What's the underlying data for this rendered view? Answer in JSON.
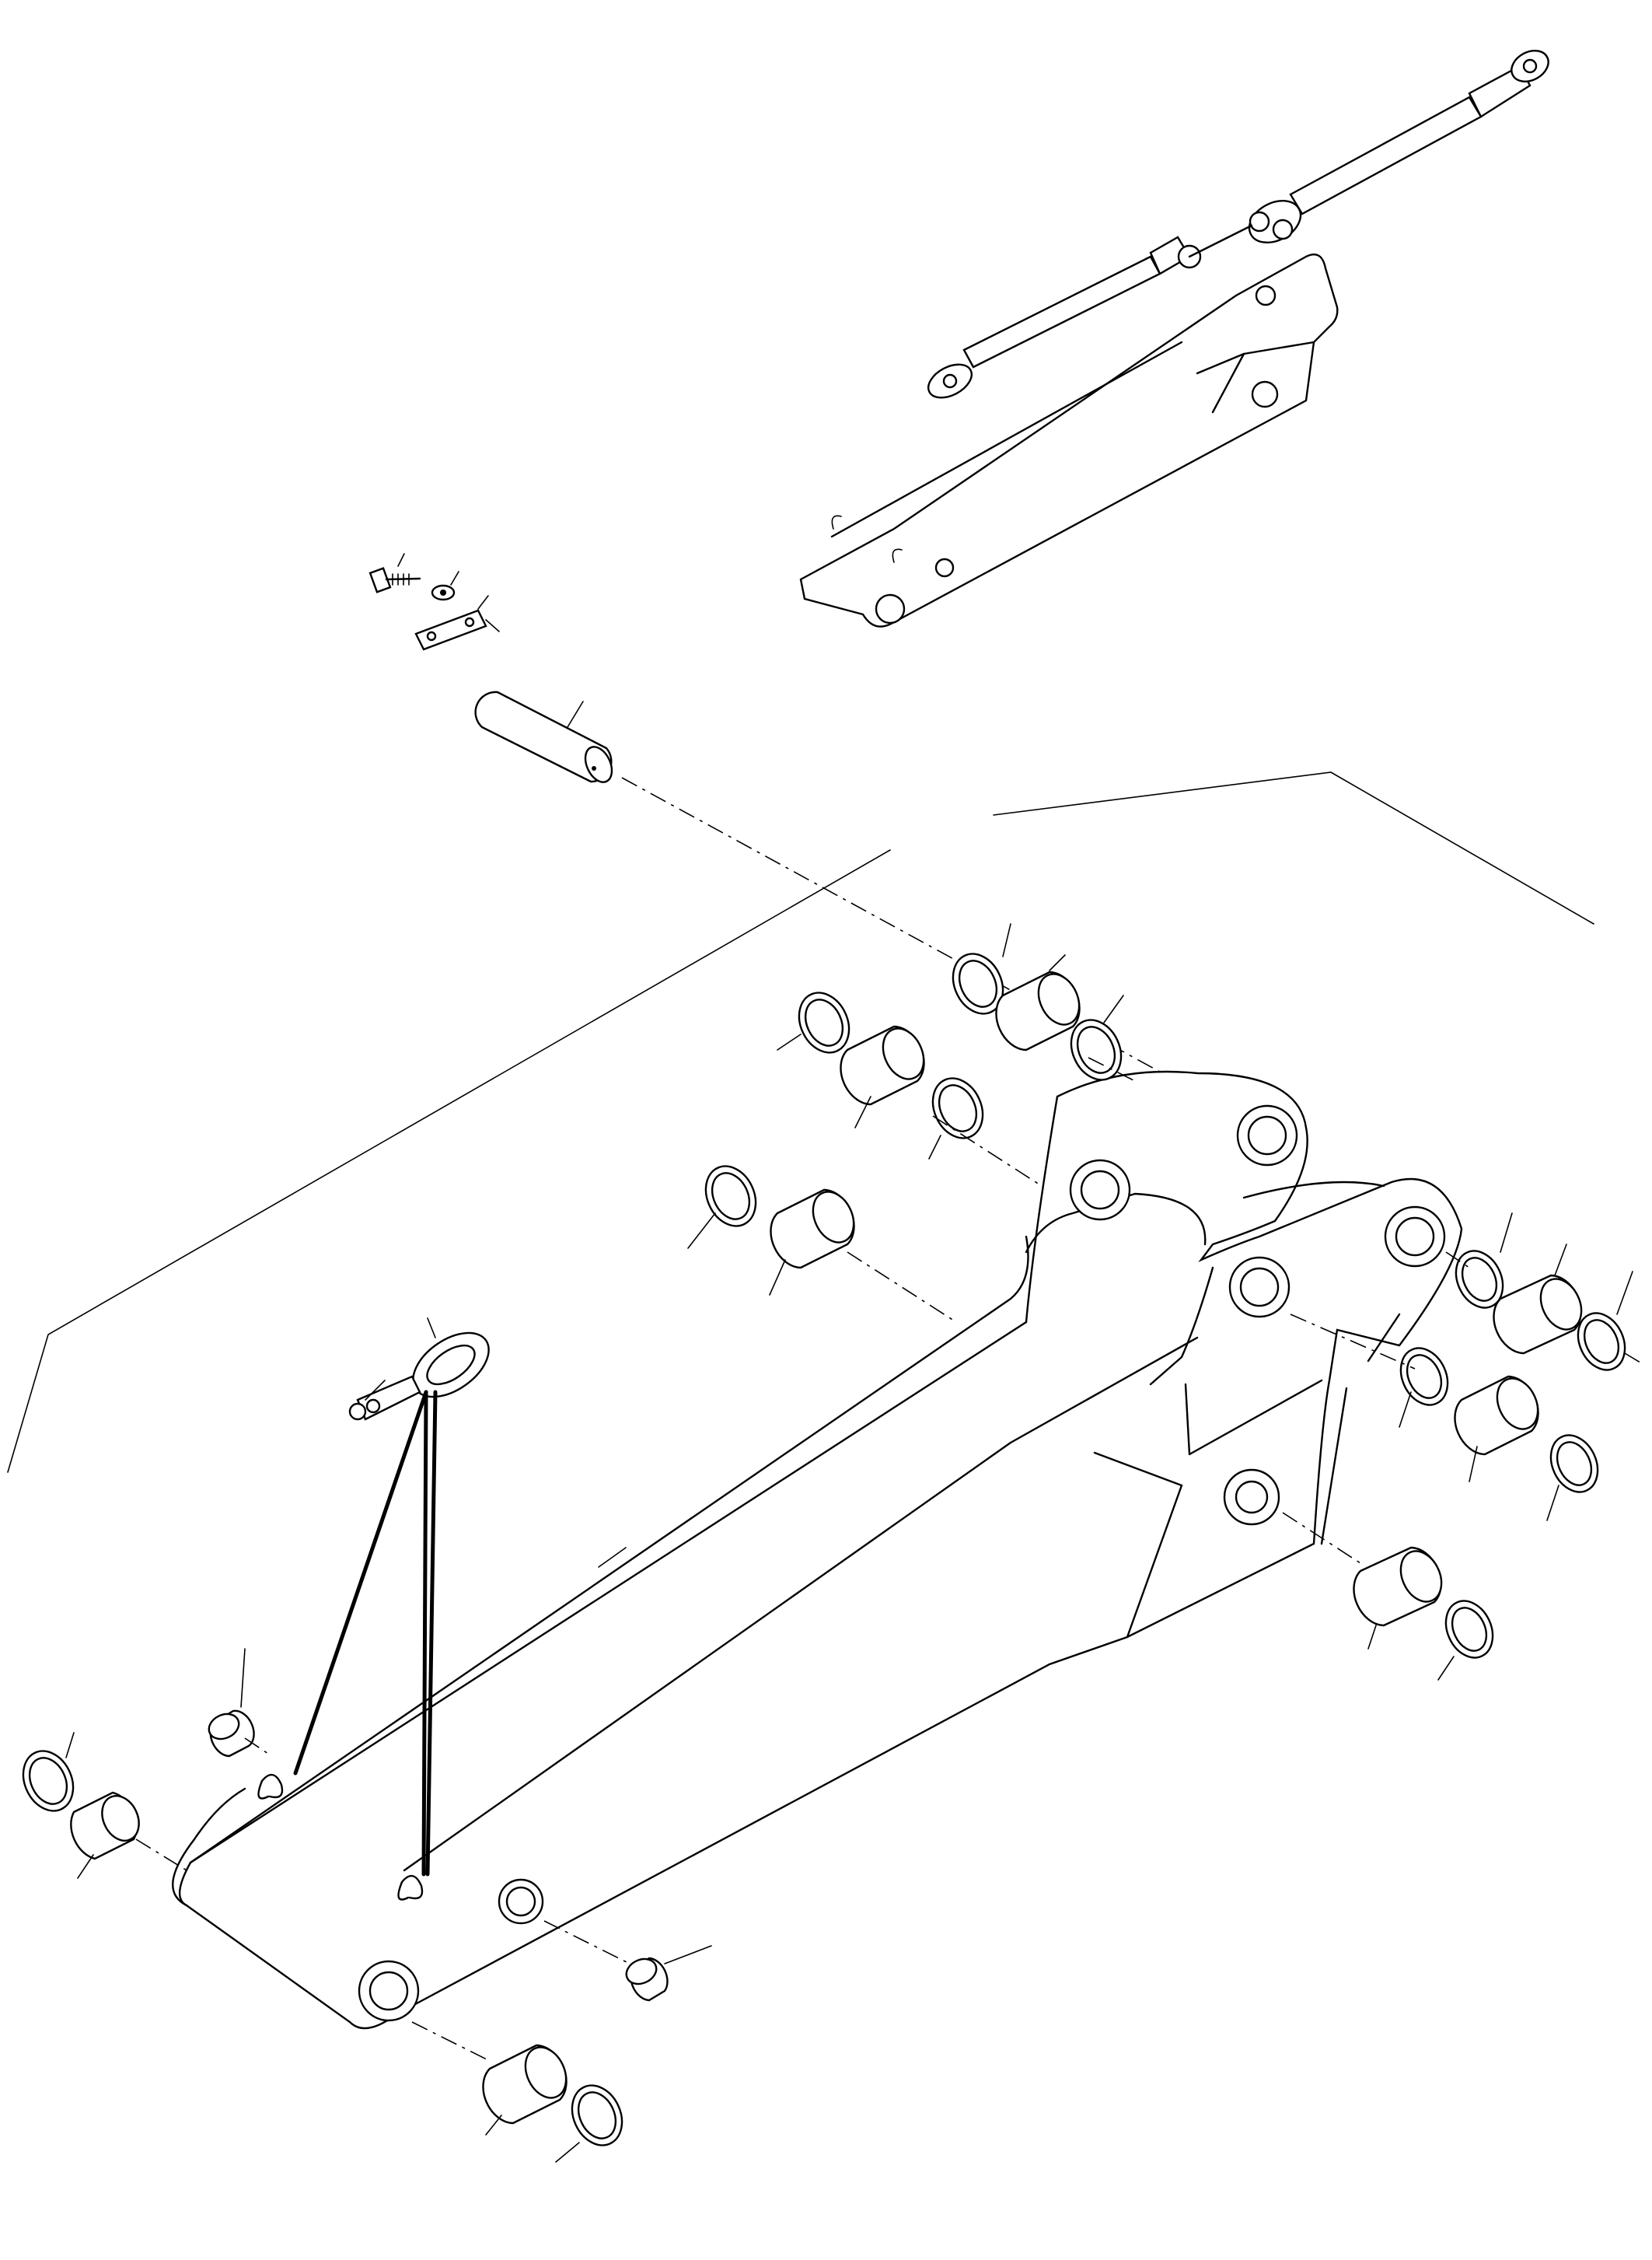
{
  "diagram": {
    "kind": "exploded-parts-view",
    "stroke_color": "#000000",
    "background": "#ffffff",
    "components": [
      "boom-cylinders-subassembly",
      "bolt",
      "lock-washer",
      "lock-plate",
      "boom-foot-pin",
      "bushing",
      "shim-ring",
      "lifting-eye",
      "cotter-pin",
      "boom-structure"
    ]
  }
}
